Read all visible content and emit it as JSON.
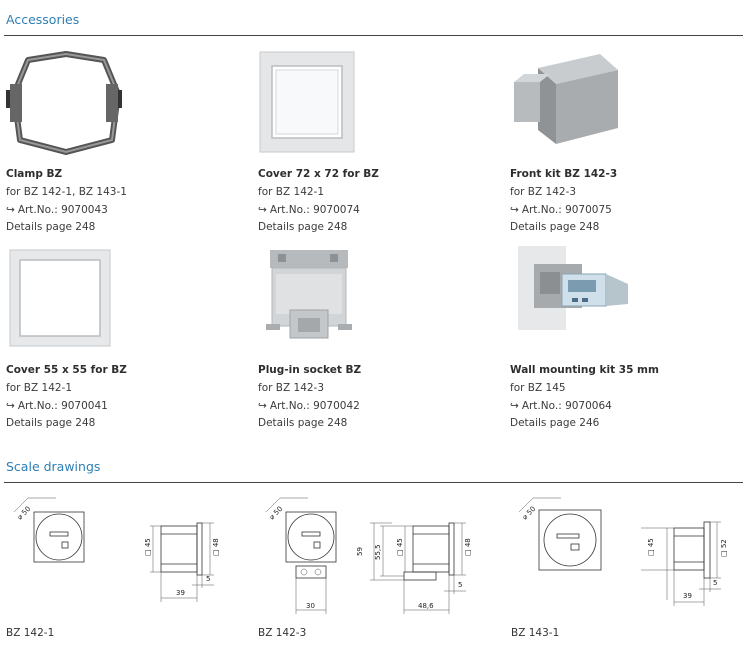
{
  "sections": {
    "accessories": "Accessories",
    "scale": "Scale drawings"
  },
  "products": [
    {
      "name": "Clamp BZ",
      "for": "for BZ 142-1, BZ 143-1",
      "art": "Art.No.: 9070043",
      "details": "Details page 248",
      "image": "clamp-image"
    },
    {
      "name": "Cover 72 x 72 for BZ",
      "for": "for BZ 142-1",
      "art": "Art.No.: 9070074",
      "details": "Details page 248",
      "image": "cover-72-image"
    },
    {
      "name": "Front kit BZ 142-3",
      "for": "for BZ 142-3",
      "art": "Art.No.: 9070075",
      "details": "Details page 248",
      "image": "front-kit-image"
    },
    {
      "name": "Cover 55 x 55 for BZ",
      "for": "for BZ 142-1",
      "art": "Art.No.: 9070041",
      "details": "Details page 248",
      "image": "cover-55-image"
    },
    {
      "name": "Plug-in socket BZ",
      "for": "for BZ 142-3",
      "art": "Art.No.: 9070042",
      "details": "Details page 248",
      "image": "socket-image"
    },
    {
      "name": "Wall mounting kit 35 mm",
      "for": "for BZ 145",
      "art": "Art.No.: 9070064",
      "details": "Details page 246",
      "image": "wall-kit-image"
    }
  ],
  "arrow_glyph": "↪",
  "drawings": [
    {
      "label": "BZ 142-1",
      "d": "⌀ 50",
      "h1": "□ 45",
      "h2": "□ 48",
      "w1": "39",
      "w2": "5"
    },
    {
      "label": "BZ 142-3",
      "d": "⌀ 50",
      "w0": "30",
      "h0": "59",
      "h05": "55,5",
      "h1": "□ 45",
      "h2": "□ 48",
      "w1": "48,6",
      "w2": "5"
    },
    {
      "label": "BZ 143-1",
      "d": "⌀ 50",
      "h1": "□ 45",
      "h2": "□ 52",
      "w1": "39",
      "w2": "5"
    }
  ]
}
